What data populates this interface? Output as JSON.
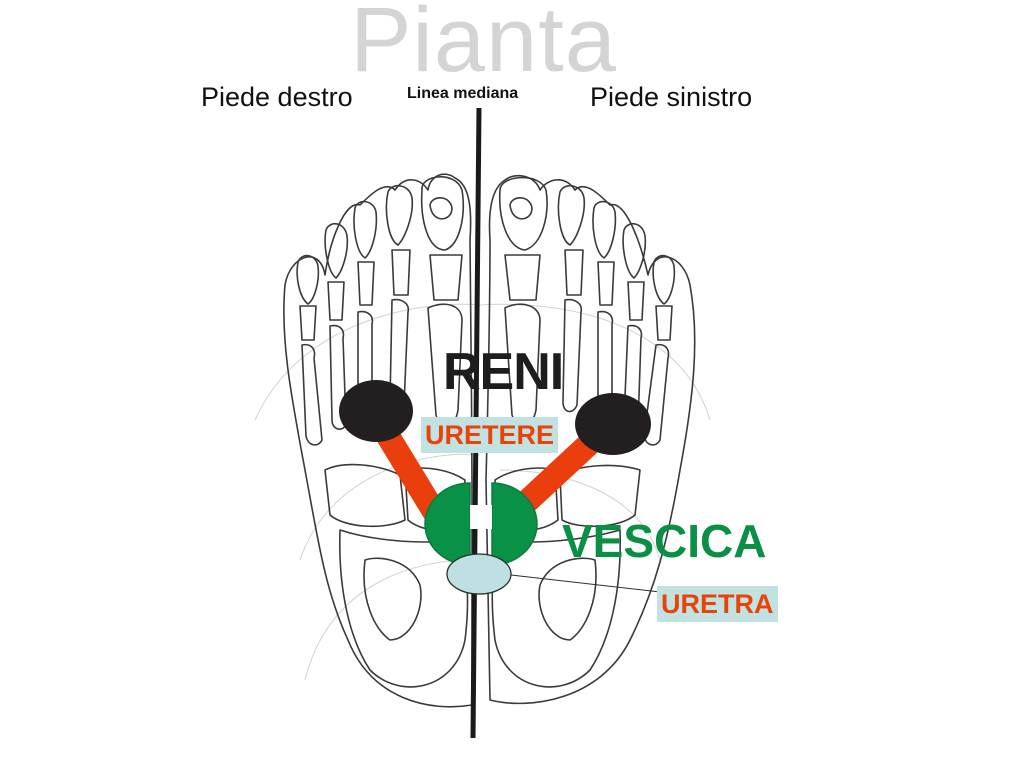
{
  "title": "Pianta",
  "labels": {
    "right_foot": "Piede destro",
    "left_foot": "Piede sinistro",
    "midline": "Linea mediana",
    "kidneys": "RENI",
    "ureter": "URETERE",
    "bladder": "VESCICA",
    "urethra": "URETRA"
  },
  "colors": {
    "kidney": "#231f20",
    "ureter": "#ea3f0c",
    "bladder": "#0a9148",
    "urethra": "#bfe0e3",
    "label_bg": "#c2e2e2"
  }
}
